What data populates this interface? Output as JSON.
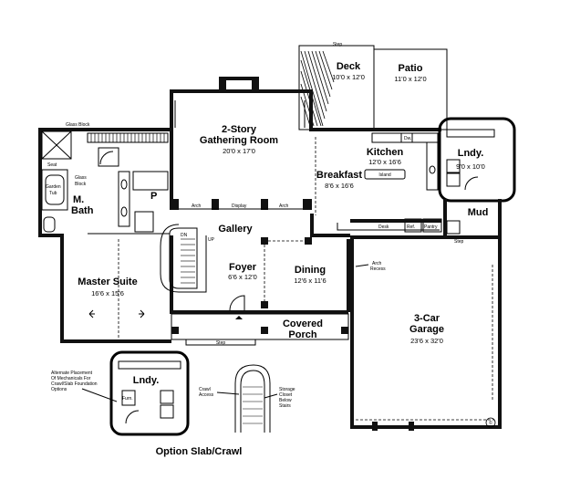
{
  "rooms": {
    "deck": {
      "name": "Deck",
      "dims": "10'0 x 12'0"
    },
    "patio": {
      "name": "Patio",
      "dims": "11'0 x 12'0"
    },
    "gathering": {
      "name_line1": "2-Story",
      "name_line2": "Gathering Room",
      "dims": "20'0 x 17'0"
    },
    "kitchen": {
      "name": "Kitchen",
      "dims": "12'0 x 16'6"
    },
    "laundry": {
      "name": "Lndy.",
      "dims": "9'0 x 10'0"
    },
    "breakfast": {
      "name": "Breakfast",
      "dims": "8'6 x 16'6"
    },
    "master_bath": {
      "name_line1": "M.",
      "name_line2": "Bath"
    },
    "gallery": {
      "name": "Gallery"
    },
    "foyer": {
      "name": "Foyer",
      "dims": "6'6 x 12'0"
    },
    "dining": {
      "name": "Dining",
      "dims": "12'6 x 11'6"
    },
    "master_suite": {
      "name": "Master Suite",
      "dims": "16'6 x 15'6"
    },
    "mud": {
      "name": "Mud"
    },
    "garage": {
      "name": "3-Car",
      "name_line2": "Garage",
      "dims": "23'6 x 32'0"
    },
    "porch": {
      "name": "Covered",
      "name_line2": "Porch"
    },
    "pantry_p": {
      "name": "P"
    }
  },
  "labels": {
    "glass_block_top": "Glass Block",
    "glass_block_side": "Glass",
    "glass_block_side2": "Block",
    "seat": "Seat",
    "garden_tub": "Garden",
    "garden_tub2": "Tub",
    "step_top": "Step",
    "step_porch": "Step",
    "step_garage": "Step",
    "arch_left": "Arch",
    "display": "Display",
    "arch_right": "Arch",
    "island": "Island",
    "desk": "Desk",
    "ref": "Ref.",
    "pantry": "Pantry",
    "dw": "Dw.",
    "dn": "DN",
    "up": "UP",
    "arch_recess": "Arch",
    "arch_recess2": "Recess",
    "copyright": "©"
  },
  "option": {
    "caption": "Option Slab/Crawl",
    "note_lines": [
      "Alternate Placement",
      "Of Mechanicals For",
      "Crawl/Slab Foundation",
      "Options"
    ],
    "laundry": "Lndy.",
    "furn": "Furn.",
    "crawl_access": [
      "Crawl",
      "Access"
    ],
    "storage": [
      "Storage",
      "Closet",
      "Below",
      "Stairs"
    ]
  }
}
